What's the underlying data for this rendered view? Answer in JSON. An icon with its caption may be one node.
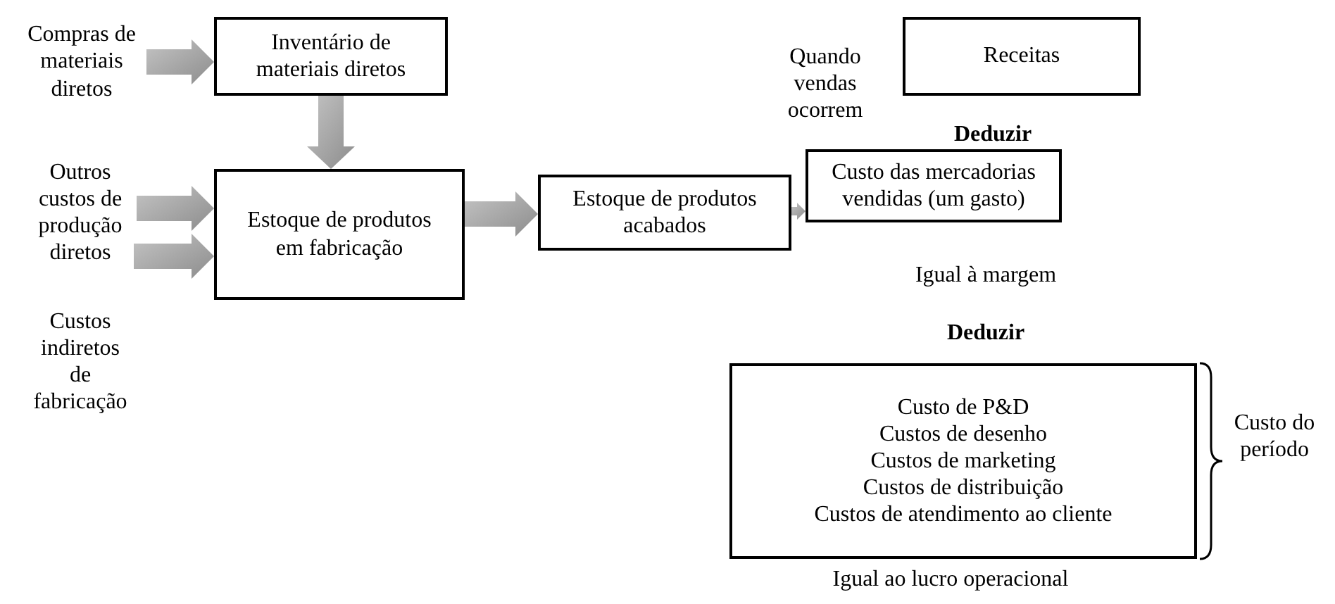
{
  "diagram": {
    "nodes": [
      {
        "text": [
          "Compras de materiais diretos"
        ]
      },
      {
        "text": [
          "Inventário de materiais diretos"
        ]
      },
      {
        "text": [
          "Outros custos de produção diretos"
        ]
      },
      {
        "text": [
          "Custos indiretos de fabricação"
        ]
      },
      {
        "text": [
          "Estoque de produtos em fabricação"
        ]
      },
      {
        "text": [
          "Estoque de produtos acabados"
        ]
      },
      {
        "text": [
          "Receitas"
        ]
      },
      {
        "text": [
          "Custo das mercadorias vendidas (um gasto)"
        ]
      },
      {
        "text": [
          "Custo de P&D",
          "Custos de desenho",
          "Custos de marketing",
          "Custos de distribuição",
          "Custos de atendimento ao cliente"
        ],
        "beside": [
          "Custo do período"
        ]
      }
    ],
    "edges": [
      {
        "from": 0,
        "to": 1,
        "arrow": "to"
      },
      {
        "from": 1,
        "to": 4,
        "arrow": "to"
      },
      {
        "from": 2,
        "to": 4,
        "arrow": "to"
      },
      {
        "from": 3,
        "to": 4,
        "arrow": "to"
      },
      {
        "from": 4,
        "to": 5,
        "arrow": "to"
      },
      {
        "from": 5,
        "to": 7,
        "arrow": "to"
      }
    ],
    "labels": [
      "Quando vendas ocorrem",
      "Deduzir",
      "Igual à margem",
      "Deduzir",
      "Igual ao lucro operacional"
    ]
  }
}
